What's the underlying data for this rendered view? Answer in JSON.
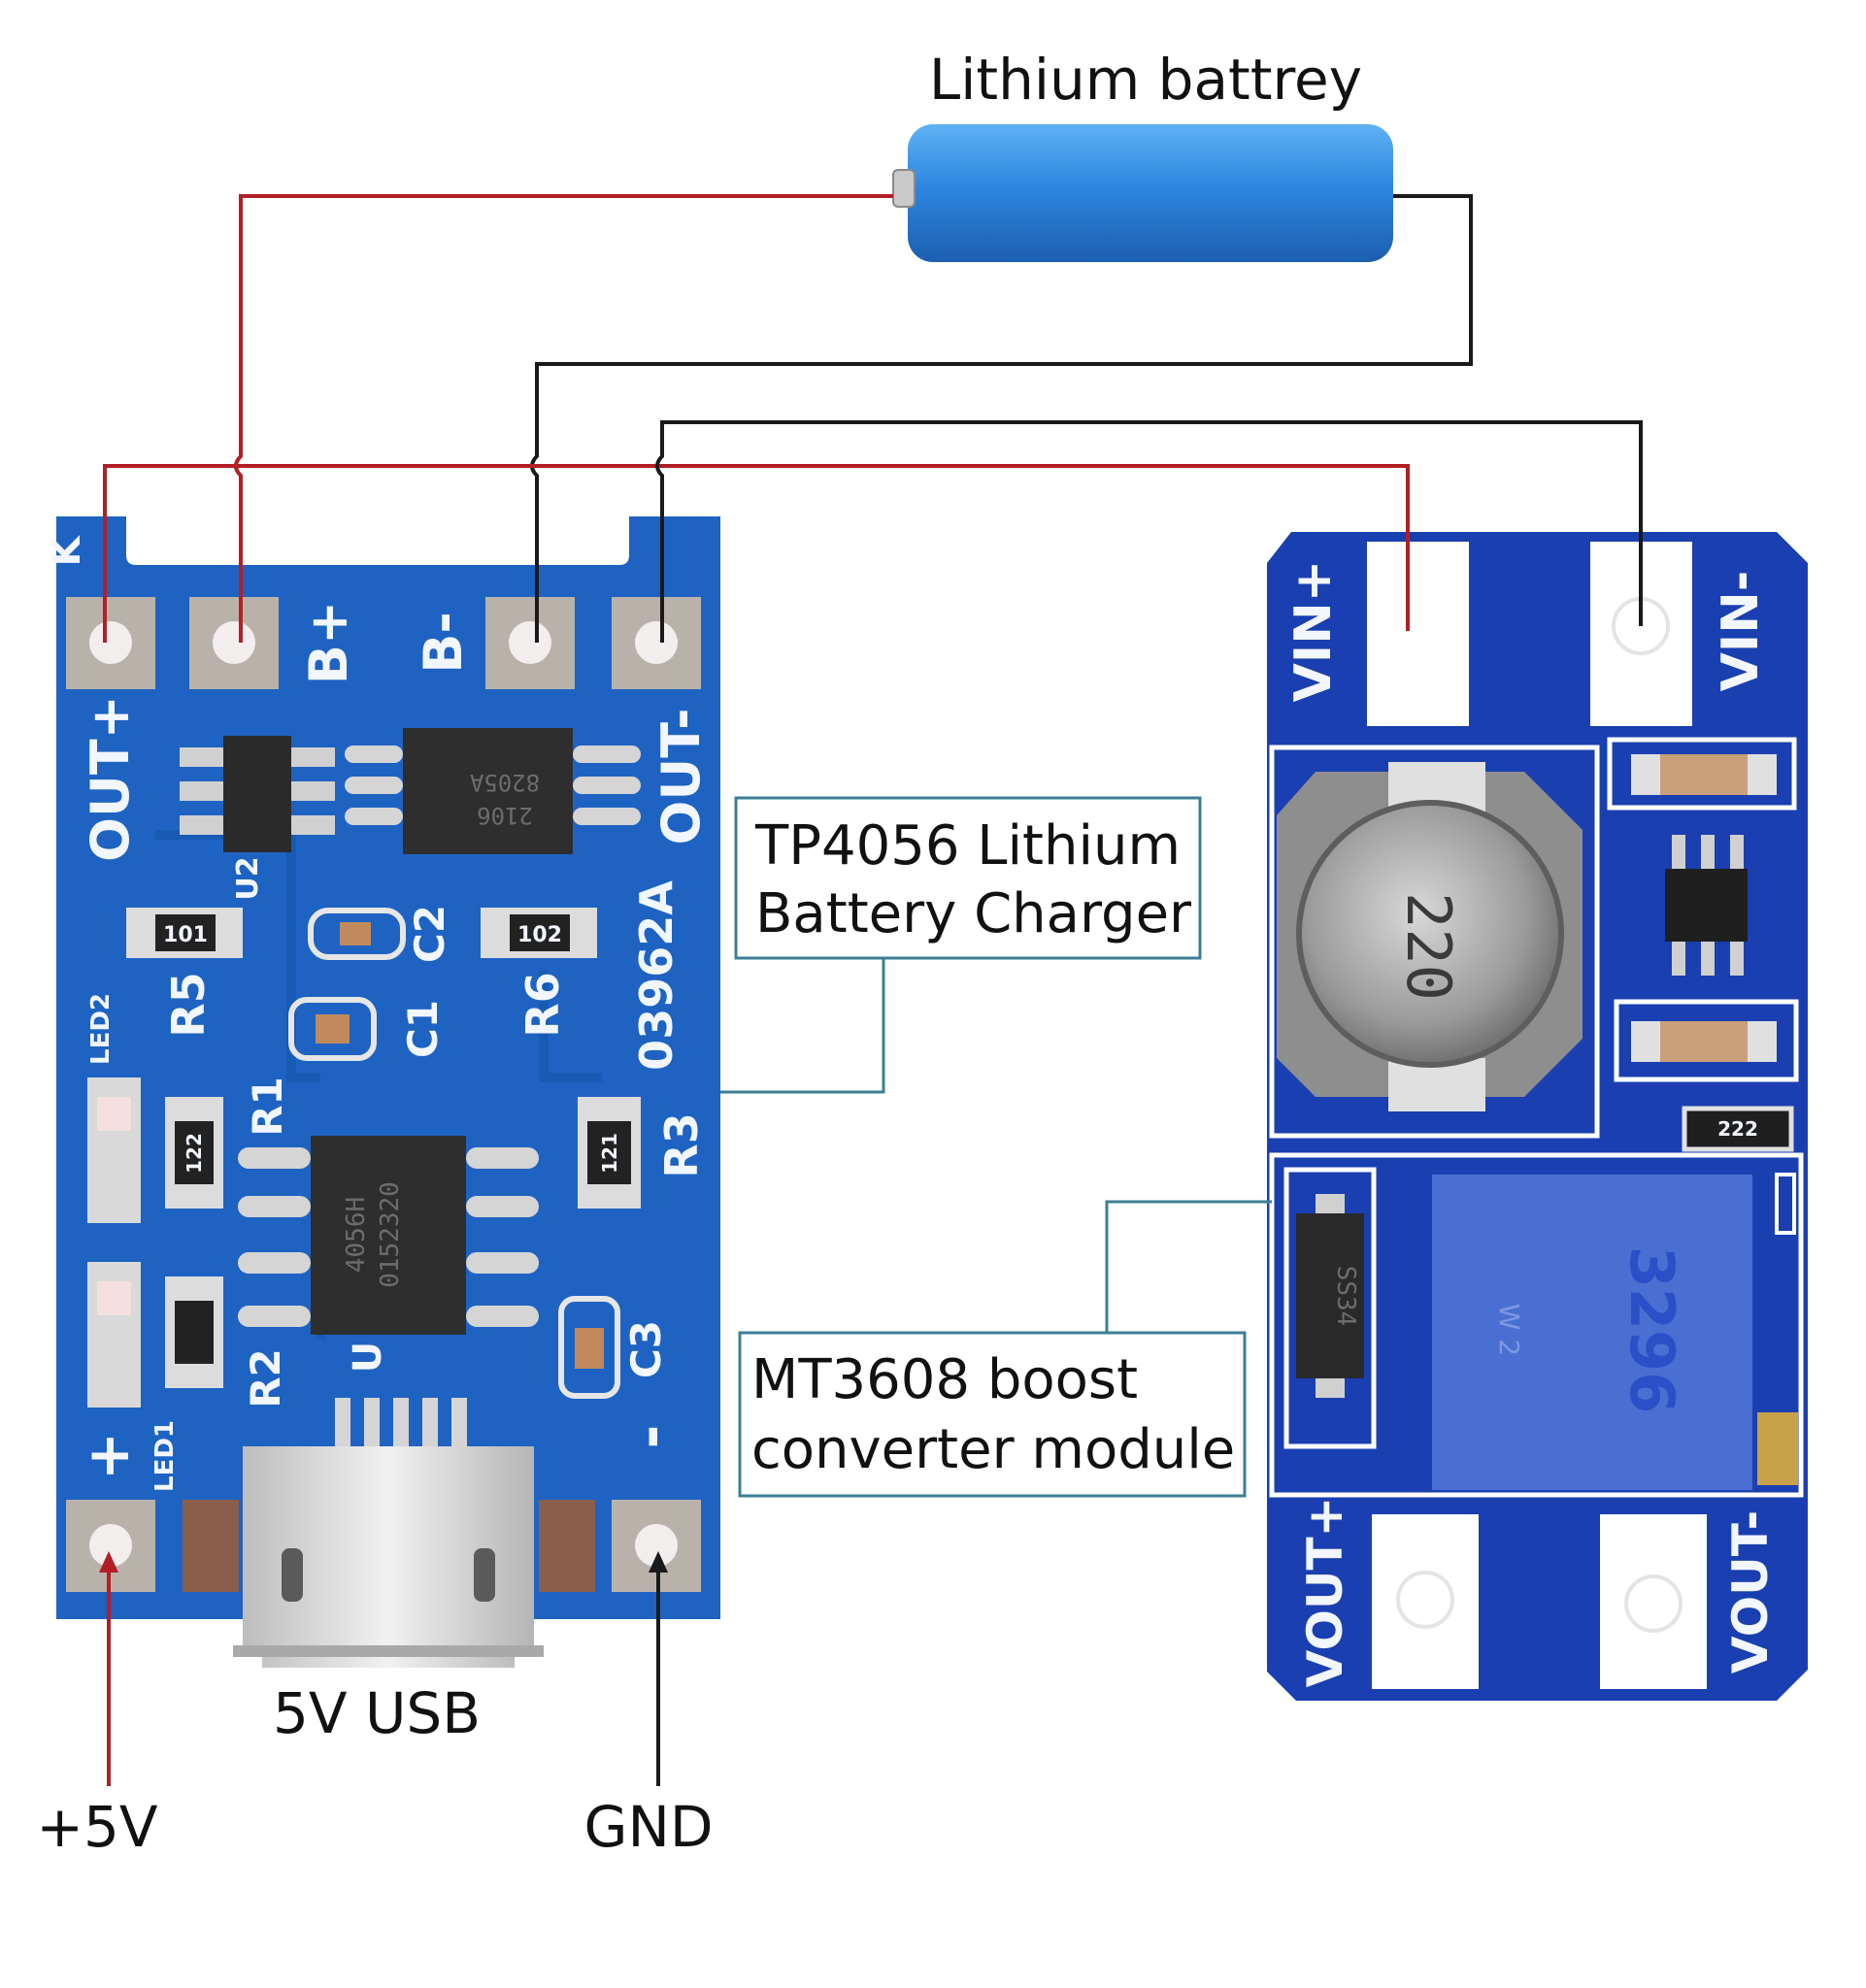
{
  "labels": {
    "battery": "Lithium battrey",
    "charger_line1": "TP4056 Lithium",
    "charger_line2": "Battery Charger",
    "boost_line1": "MT3608 boost",
    "boost_line2": "converter module",
    "usb": "5V USB",
    "plus5v": "+5V",
    "gnd": "GND"
  },
  "tp4056": {
    "pad_out_plus": "OUT+",
    "pad_b_plus": "B+",
    "pad_b_minus": "B-",
    "pad_out_minus": "OUT-",
    "corner_k": "K",
    "in_plus": "+",
    "in_minus": "-",
    "board_code": "03962A",
    "r1": "R1",
    "r2": "R2",
    "r3": "R3",
    "r5": "R5",
    "r6": "R6",
    "c1": "C1",
    "c2": "C2",
    "c3": "C3",
    "u2": "U2",
    "u1": "U",
    "led1": "LED1",
    "led2": "LED2",
    "res_101": "101",
    "res_102": "102",
    "res_121": "121",
    "res_122": "122",
    "chip_main_1": "4056H",
    "chip_main_2": "0152320",
    "chip_prot_1": "8205A",
    "chip_prot_2": "2106"
  },
  "mt3608": {
    "pad_vin_plus": "VIN+",
    "pad_vin_minus": "VIN-",
    "pad_vout_plus": "VOUT+",
    "pad_vout_minus": "VOUT-",
    "inductor": "220",
    "pot": "3296",
    "pot_small": "W 2",
    "diode": "SS34",
    "res_small": "222"
  },
  "colors": {
    "board_tp4056": "#1e63c2",
    "board_mt3608": "#1a3fb0",
    "wire_positive": "#b21f24",
    "wire_negative": "#1a1a1a",
    "battery": "#2e86e0",
    "callout_line": "#3b7f96"
  }
}
